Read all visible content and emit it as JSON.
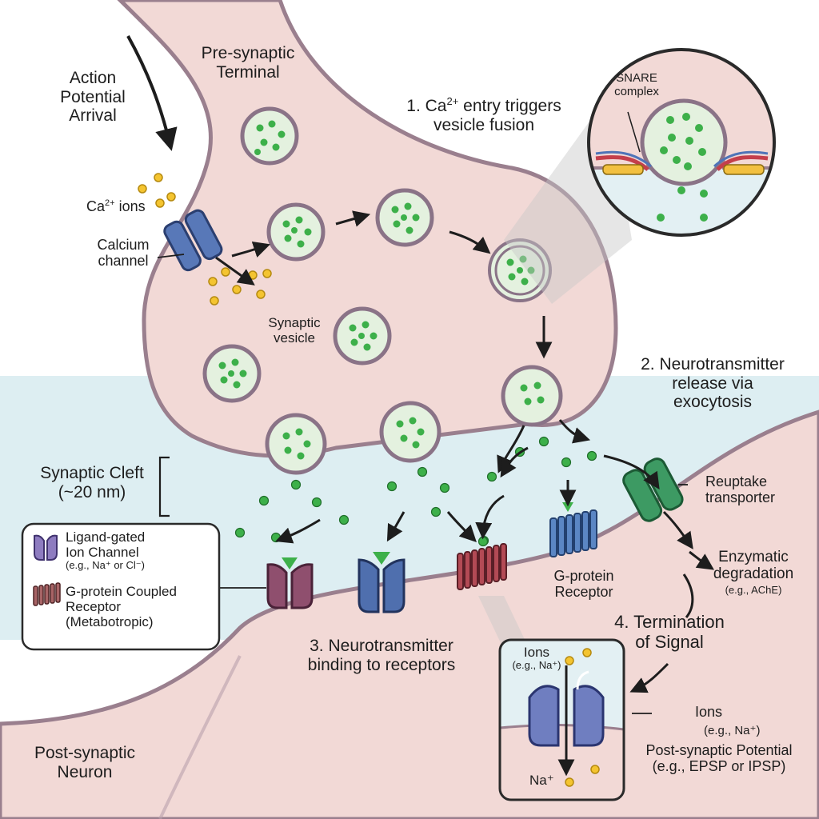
{
  "labels": {
    "action_potential": [
      "Action",
      "Potential",
      "Arrival"
    ],
    "pre_synaptic": [
      "Pre-synaptic",
      "Terminal"
    ],
    "ca_ions_prefix": "Ca",
    "ca_ions_sup": "2+",
    "ca_ions_suffix": " ions",
    "calcium_channel": [
      "Calcium",
      "channel"
    ],
    "synaptic_vesicle": [
      "Synaptic",
      "vesicle"
    ],
    "synaptic_cleft": [
      "Synaptic Cleft",
      "(~20 nm)"
    ],
    "step1_prefix": "1. Ca",
    "step1_sup": "2+",
    "step1_suffix": " entry triggers",
    "step1_line2": "vesicle fusion",
    "snare": [
      "SNARE",
      "complex"
    ],
    "step2": [
      "2. Neurotransmitter",
      "release via",
      "exocytosis"
    ],
    "reuptake": [
      "Reuptake",
      "transporter"
    ],
    "enzymatic": [
      "Enzymatic",
      "degradation"
    ],
    "enzymatic_example": "(e.g., AChE)",
    "g_protein_receptor": [
      "G-protein",
      "Receptor"
    ],
    "step3": [
      "3. Neurotransmitter",
      "binding to receptors"
    ],
    "step4": [
      "4. Termination",
      "of Signal"
    ],
    "post_synaptic": [
      "Post-synaptic",
      "Neuron"
    ],
    "inset_ions": "Ions",
    "inset_ions_example": "(e.g., Na⁺)",
    "inset_na": "Na⁺",
    "ions_right": "Ions",
    "ions_right_example": "(e.g., Na⁺)",
    "post_potential": [
      "Post-synaptic Potential",
      "(e.g., EPSP or IPSP)"
    ]
  },
  "legend": {
    "items": [
      {
        "title": [
          "Ligand-gated",
          "Ion Channel"
        ],
        "example": "(e.g., Na⁺ or Cl⁻)"
      },
      {
        "title": [
          "G-protein Coupled",
          "Receptor",
          "(Metabotropic)"
        ]
      }
    ]
  },
  "colors": {
    "cytoplasm": "#f2d9d6",
    "cleft": "#ddeef2",
    "membrane": "#9a7f8e",
    "vesicle_fill": "#e4f1df",
    "neurotransmitter": "#3db04a",
    "calcium": "#f4c430",
    "ion_channel": "#8f4f6e",
    "blue_receptor": "#4f6fae",
    "gpcr": "#b34a55",
    "gprotein_receptor": "#5b86c4",
    "transporter": "#3d9a63",
    "text": "#1d1d1d"
  },
  "icons": [
    "calcium-channel-icon",
    "synaptic-vesicle-icon",
    "ligand-gated-channel-icon",
    "gpcr-icon",
    "g-protein-receptor-icon",
    "reuptake-transporter-icon",
    "snare-complex-icon"
  ]
}
